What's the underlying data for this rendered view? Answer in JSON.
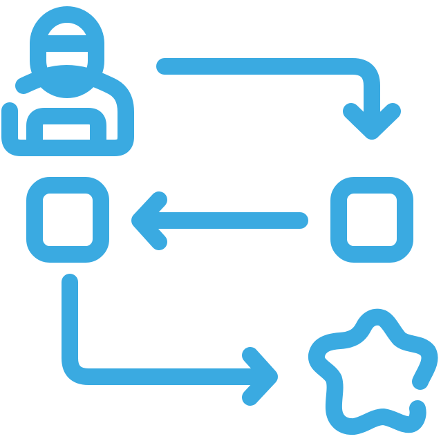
{
  "icon": {
    "name": "workflow-process-icon",
    "stroke_color": "#3aaae1",
    "background_color": "#ffffff",
    "parts": [
      "worker",
      "arrow-right-down",
      "box-left",
      "box-right",
      "arrow-left",
      "arrow-down-right",
      "star"
    ]
  }
}
